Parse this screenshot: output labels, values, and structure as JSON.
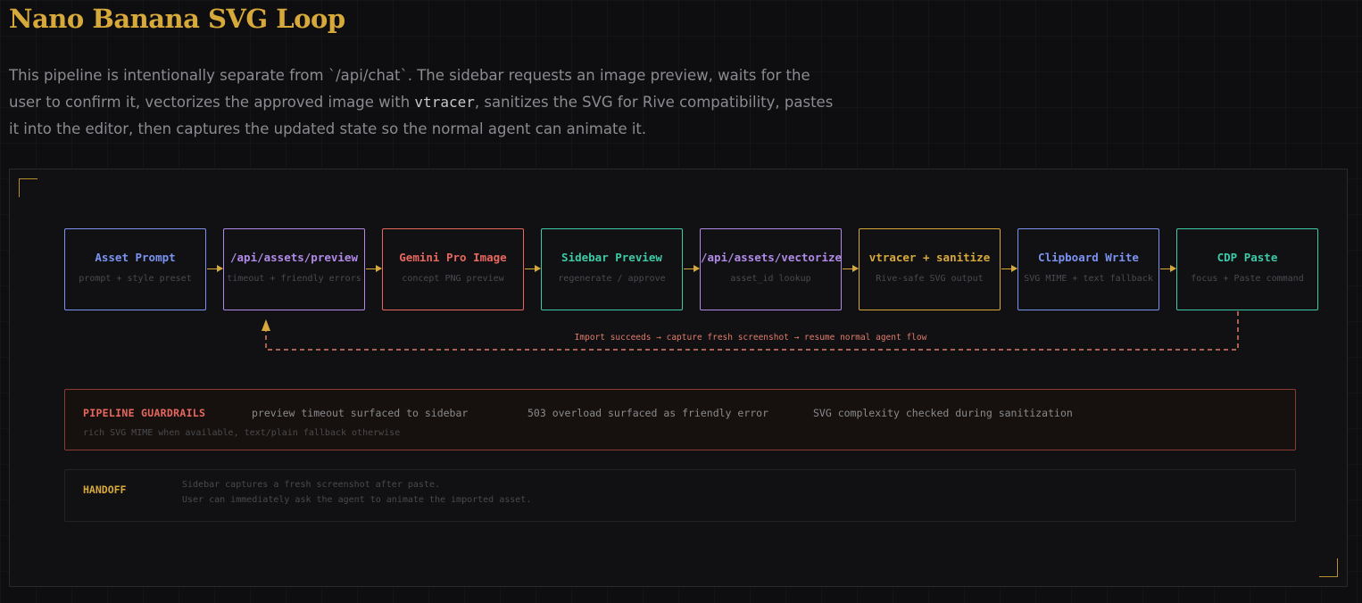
{
  "header": {
    "title": "Nano Banana SVG Loop",
    "intro_before": "This pipeline is intentionally separate from `/api/chat`. The sidebar requests an image preview, waits for the user to confirm it, vectorizes the approved image with ",
    "intro_code": "vtracer",
    "intro_after": ", sanitizes the SVG for Rive compatibility, pastes it into the editor, then captures the updated state so the normal agent can animate it."
  },
  "diagram": {
    "nodes": [
      {
        "title": "Asset Prompt",
        "subtitle": "prompt + style preset",
        "color": "#7b93f0"
      },
      {
        "title": "/api/assets/preview",
        "subtitle": "timeout + friendly errors",
        "color": "#b08ae6"
      },
      {
        "title": "Gemini Pro Image",
        "subtitle": "concept PNG preview",
        "color": "#e8675f"
      },
      {
        "title": "Sidebar Preview",
        "subtitle": "regenerate / approve",
        "color": "#3ec9a7"
      },
      {
        "title": "/api/assets/vectorize",
        "subtitle": "asset_id lookup",
        "color": "#b08ae6"
      },
      {
        "title": "vtracer + sanitize",
        "subtitle": "Rive-safe SVG output",
        "color": "#d6a93a"
      },
      {
        "title": "Clipboard Write",
        "subtitle": "SVG MIME + text fallback",
        "color": "#7b93f0"
      },
      {
        "title": "CDP Paste",
        "subtitle": "focus + Paste command",
        "color": "#3ec9a7"
      }
    ],
    "loop_label": "Import succeeds → capture fresh screenshot → resume normal agent flow",
    "arrow_color": "#d6a93a",
    "loop_color": "#e07b6a"
  },
  "guardrails": {
    "title": "PIPELINE GUARDRAILS",
    "items": [
      "preview timeout surfaced to sidebar",
      "503 overload surfaced as friendly error",
      "SVG complexity checked during sanitization"
    ],
    "subtitle": "rich SVG MIME when available, text/plain fallback otherwise"
  },
  "handoff": {
    "title": "HANDOFF",
    "lines": [
      "Sidebar captures a fresh screenshot after paste.",
      "User can immediately ask the agent to animate the imported asset."
    ]
  }
}
